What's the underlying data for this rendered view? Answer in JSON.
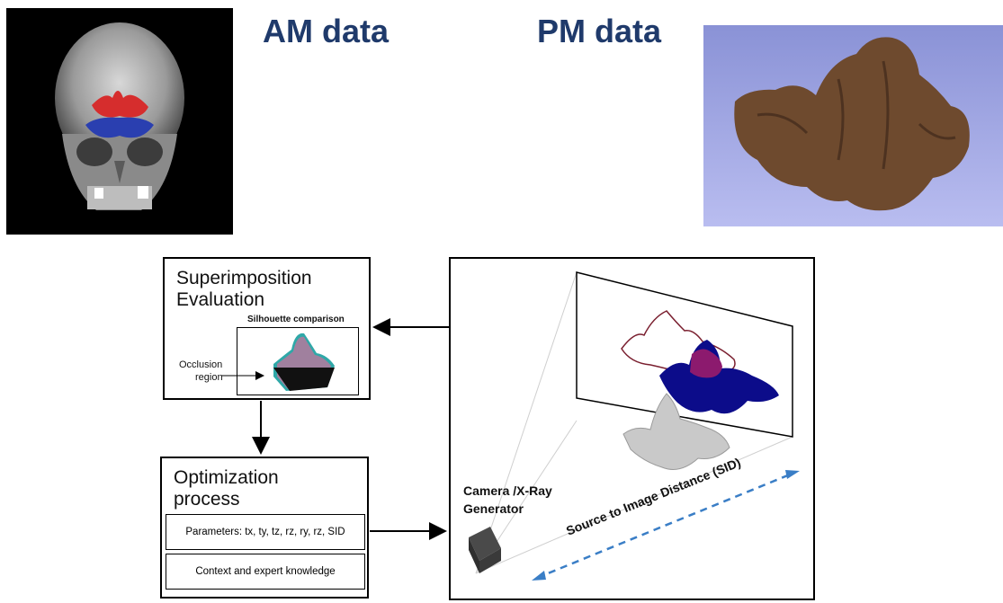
{
  "headings": {
    "am": "AM data",
    "pm": "PM data"
  },
  "superimposition": {
    "title_line1": "Superimposition",
    "title_line2": "Evaluation",
    "silhouette_label": "Silhouette comparison",
    "occlusion_label_line1": "Occlusion",
    "occlusion_label_line2": "region"
  },
  "optimization": {
    "title_line1": "Optimization",
    "title_line2": "process",
    "parameters": "Parameters: tx, ty, tz, rz, ry, rz, SID",
    "context": "Context and expert knowledge"
  },
  "scene": {
    "camera_line1": "Camera /X-Ray",
    "camera_line2": "Generator",
    "sid_label": "Source to Image Distance (SID)"
  }
}
